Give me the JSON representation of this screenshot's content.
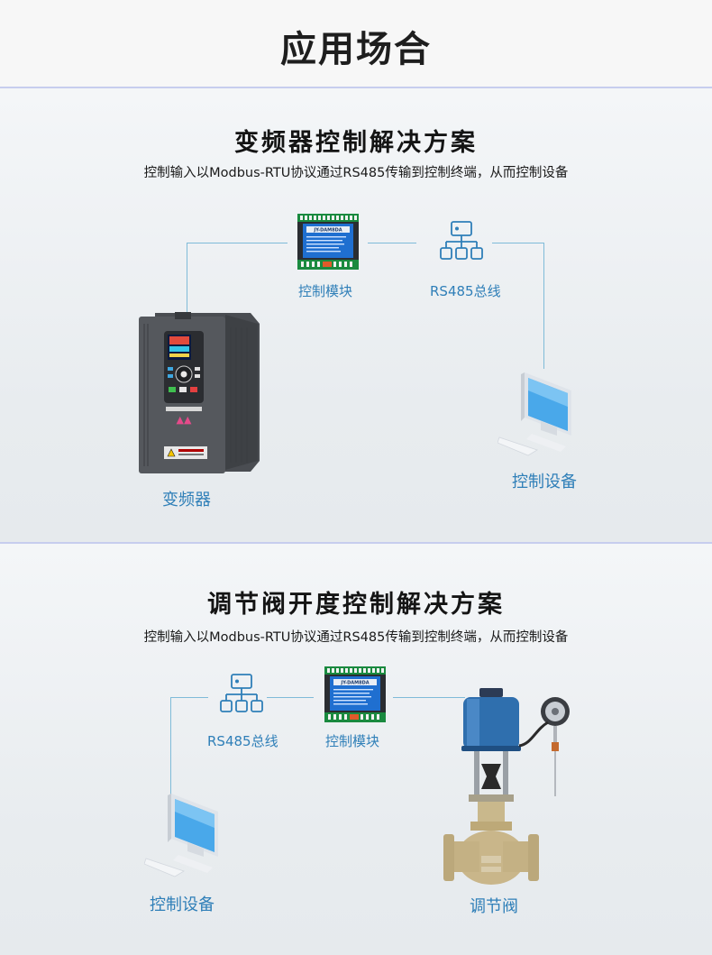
{
  "header": {
    "title": "应用场合"
  },
  "sections": [
    {
      "title": "变频器控制解决方案",
      "description": "控制输入以Modbus-RTU协议通过RS485传输到控制终端，从而控制设备",
      "labels": {
        "module": "控制模块",
        "bus": "RS485总线",
        "device": "控制设备",
        "target": "变频器"
      }
    },
    {
      "title": "调节阀开度控制解决方案",
      "description": "控制输入以Modbus-RTU协议通过RS485传输到控制终端，从而控制设备",
      "labels": {
        "bus": "RS485总线",
        "module": "控制模块",
        "device": "控制设备",
        "target": "调节阀"
      }
    }
  ],
  "module_text": {
    "model": "JY-DAM8DA"
  },
  "colors": {
    "accent": "#2f7fb8",
    "connector": "#7fbbd8",
    "divider": "#c7cdee"
  },
  "icons": [
    "control-module-image",
    "bus-network-icon",
    "computer-icon",
    "frequency-inverter-image",
    "regulating-valve-image"
  ]
}
